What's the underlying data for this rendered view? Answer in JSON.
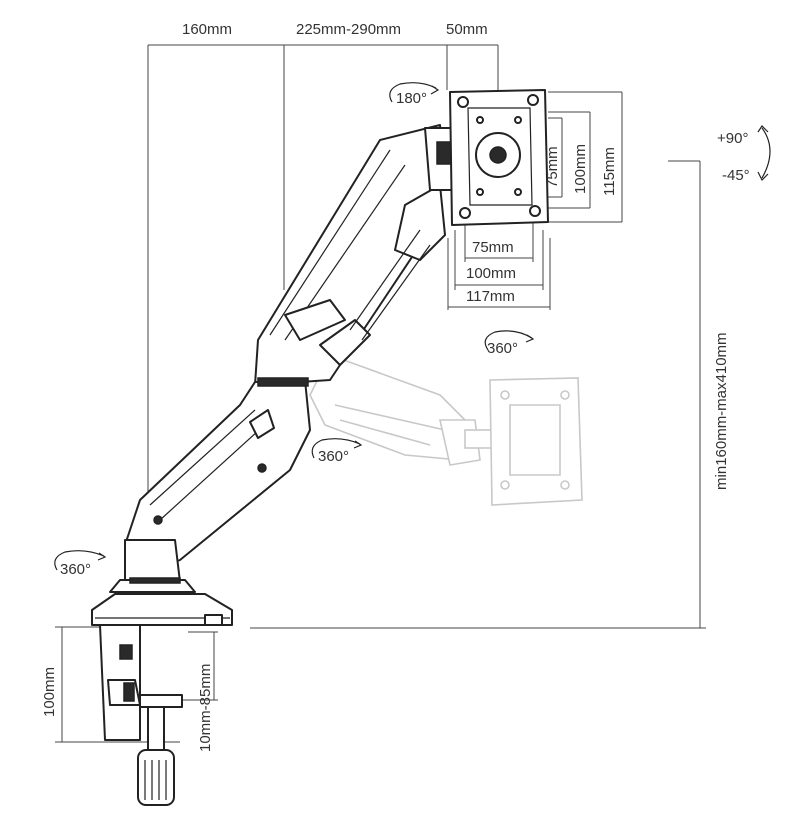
{
  "dimensions": {
    "top_left": "160mm",
    "top_mid": "225mm-290mm",
    "top_right": "50mm",
    "vesa_v1": "75mm",
    "vesa_v2": "100mm",
    "vesa_v3": "115mm",
    "vesa_h1": "75mm",
    "vesa_h2": "100mm",
    "vesa_h3": "117mm",
    "height_range": "min160mm-max410mm",
    "clamp_height": "100mm",
    "clamp_thickness": "10mm-85mm"
  },
  "rotations": {
    "head": "180°",
    "tilt_up": "+90°",
    "tilt_down": "-45°",
    "pivot_ghost": "360°",
    "elbow": "360°",
    "base": "360°"
  }
}
